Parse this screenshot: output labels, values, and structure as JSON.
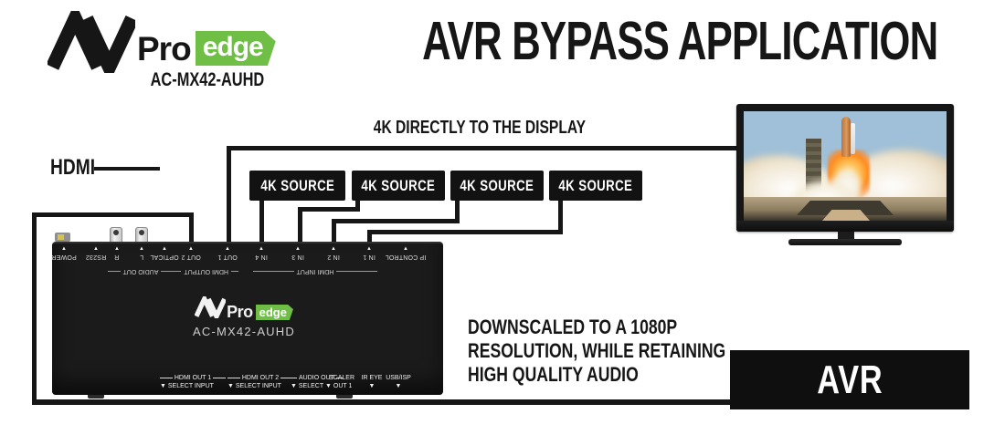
{
  "brand": {
    "av": "AV",
    "pro": "Pro",
    "edge": "edge",
    "model": "AC-MX42-AUHD"
  },
  "title": "AVR BYPASS APPLICATION",
  "legend": {
    "hdmi": "HDMI"
  },
  "notes": {
    "display": "4K DIRECTLY TO THE DISPLAY",
    "avr_line1": "DOWNSCALED TO A 1080P",
    "avr_line2": "RESOLUTION, WHILE RETAINING",
    "avr_line3": "HIGH QUALITY AUDIO"
  },
  "sources": [
    {
      "label": "4K SOURCE"
    },
    {
      "label": "4K SOURCE"
    },
    {
      "label": "4K SOURCE"
    },
    {
      "label": "4K SOURCE"
    }
  ],
  "device": {
    "marker_up": "▲",
    "rear_ports": [
      {
        "label": "POWER"
      },
      {
        "label": "RS232"
      },
      {
        "label": "R"
      },
      {
        "label": "L"
      },
      {
        "label": "OPTICAL"
      },
      {
        "label": "OUT 2"
      },
      {
        "label": "OUT 1"
      },
      {
        "label": "IN 4"
      },
      {
        "label": "IN 3"
      },
      {
        "label": "IN 2"
      },
      {
        "label": "IN 1"
      },
      {
        "label": "IP CONTROL"
      }
    ],
    "rear_groups": [
      {
        "label": "AUDIO OUT"
      },
      {
        "label": "HDMI OUTPUT"
      },
      {
        "label": "HDMI INPUT"
      }
    ],
    "front_labels": [
      {
        "top": "HDMI OUT 1",
        "bottom": "▼ SELECT INPUT"
      },
      {
        "top": "HDMI OUT 2",
        "bottom": "▼ SELECT INPUT"
      },
      {
        "top": "AUDIO OUT",
        "bottom": "▼ SELECT"
      },
      {
        "top": "SCALER",
        "bottom": "▼ OUT 1"
      },
      {
        "top": "IR EYE",
        "bottom": "▼"
      },
      {
        "top": "USB/ISP",
        "bottom": "▼"
      }
    ]
  },
  "avr": {
    "label": "AVR"
  },
  "colors": {
    "accent_green": "#6FBE45",
    "ink": "#161616",
    "wire": "#161616"
  }
}
